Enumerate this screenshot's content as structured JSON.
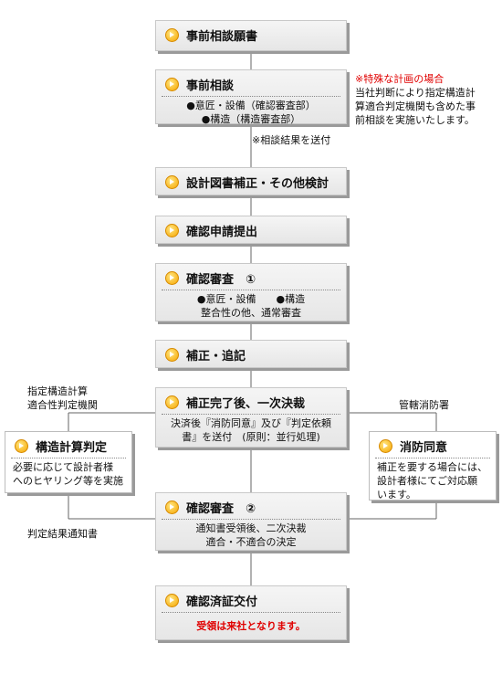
{
  "steps": {
    "s1": {
      "title": "事前相談願書"
    },
    "s2": {
      "title": "事前相談",
      "lines": [
        "●意匠・設備（確認審査部）",
        "●構造（構造審査部）"
      ]
    },
    "s3": {
      "title": "設計図書補正・その他検討"
    },
    "s4": {
      "title": "確認申請提出"
    },
    "s5": {
      "title": "確認審査　①",
      "lines": [
        "●意匠・設備　　●構造",
        "整合性の他、通常審査"
      ]
    },
    "s6": {
      "title": "補正・追記"
    },
    "s7": {
      "title": "補正完了後、一次決裁",
      "lines": [
        "決済後『消防同意』及び『判定依頼",
        "書』を送付　(原則：並行処理)"
      ]
    },
    "s8": {
      "title": "確認審査　②",
      "lines": [
        "通知書受領後、二次決裁",
        "適合・不適合の決定"
      ]
    },
    "s9": {
      "title": "確認済証交付",
      "highlight": "受領は来社となります。"
    }
  },
  "side": {
    "structure": {
      "title": "構造計算判定",
      "lines": [
        "必要に応じて設計者様",
        "へのヒヤリング等を実施"
      ]
    },
    "fire": {
      "title": "消防同意",
      "lines": [
        "補正を要する場合には、",
        "設計者様にてご対応願",
        "います。"
      ]
    }
  },
  "notes": {
    "special_title": "※特殊な計画の場合",
    "special_lines": [
      "当社判断により指定構造計",
      "算適合判定機関も含めた事",
      "前相談を実施いたします。"
    ],
    "send_result": "※相談結果を送付",
    "judge_org": [
      "指定構造計算",
      "適合性判定機関"
    ],
    "fire_station": "管轄消防署",
    "judge_notice": "判定結果通知書"
  }
}
